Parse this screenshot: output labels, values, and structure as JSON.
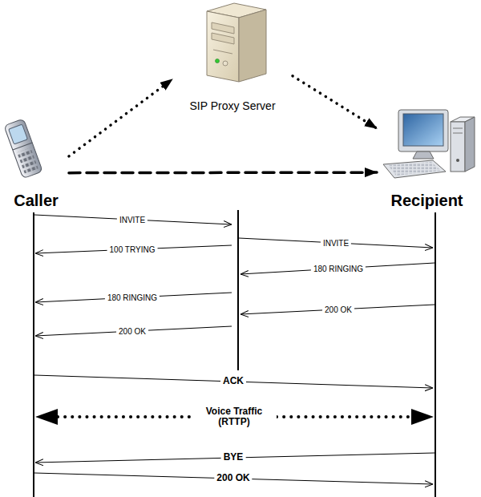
{
  "diagram": {
    "nodes": [
      {
        "text": [
          "SIP Proxy Server"
        ]
      },
      {
        "text": [
          "Caller"
        ]
      },
      {
        "text": [
          "Recipient"
        ]
      }
    ],
    "edges": [
      {
        "from": 1,
        "to": 0,
        "arrow": "to"
      },
      {
        "from": 0,
        "to": 2,
        "arrow": "to"
      },
      {
        "from": 1,
        "to": 2,
        "arrow": "to"
      }
    ],
    "labels": [
      "INVITE",
      "100 TRYING",
      "INVITE",
      "180 RINGING",
      "180 RINGING",
      "200 OK",
      "200 OK",
      "ACK",
      "Voice Traffic (RTTP)",
      "BYE",
      "200 OK"
    ]
  }
}
